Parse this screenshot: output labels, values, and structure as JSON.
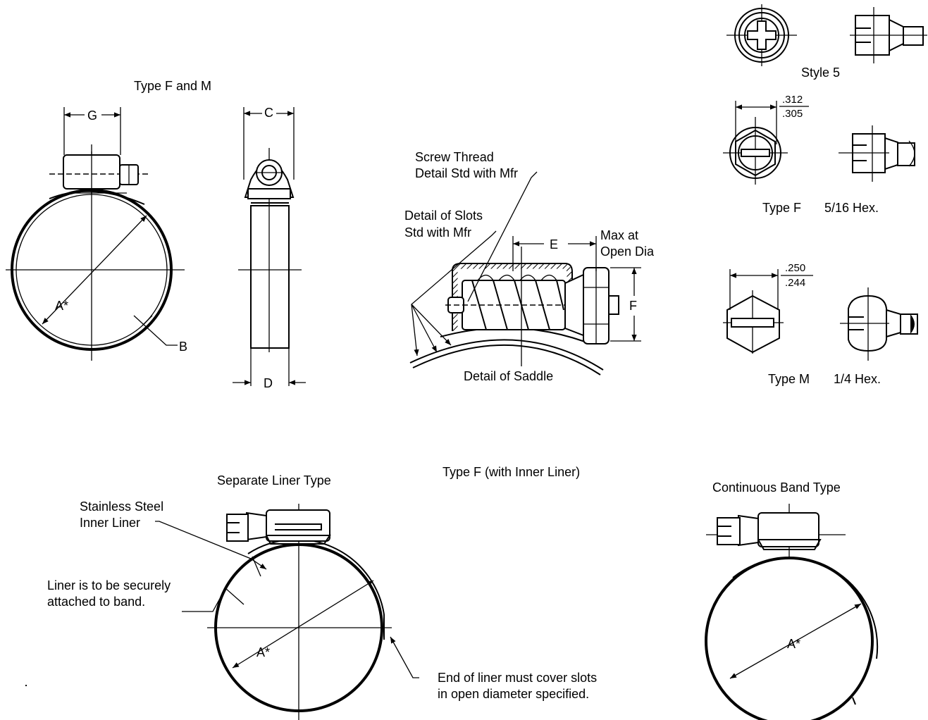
{
  "labels": {
    "type_f_and_m": "Type F and M",
    "dim_g": "G",
    "dim_c": "C",
    "dim_a": "A*",
    "dim_b": "B",
    "dim_d": "D",
    "screw_thread_1": "Screw Thread",
    "screw_thread_2": "Detail Std with Mfr",
    "slots_1": "Detail of Slots",
    "slots_2": "Std with Mfr",
    "dim_e": "E",
    "max_open_1": "Max at",
    "max_open_2": "Open Dia",
    "dim_f": "F",
    "saddle": "Detail of Saddle",
    "style5": "Style 5",
    "dim_312": ".312",
    "dim_305": ".305",
    "type_f": "Type F",
    "hex_516": "5/16 Hex.",
    "dim_250": ".250",
    "dim_244": ".244",
    "type_m": "Type M",
    "hex_14": "1/4 Hex.",
    "separate_liner": "Separate Liner Type",
    "inner_liner_title": "Type F (with Inner Liner)",
    "continuous_band": "Continuous Band Type",
    "ss_liner_1": "Stainless Steel",
    "ss_liner_2": "Inner Liner",
    "attached_1": "Liner is to be securely",
    "attached_2": "attached to band.",
    "end_liner_1": "End of liner must cover slots",
    "end_liner_2": "in open diameter specified.",
    "dim_a2": "A*",
    "dim_a3": "A*"
  }
}
